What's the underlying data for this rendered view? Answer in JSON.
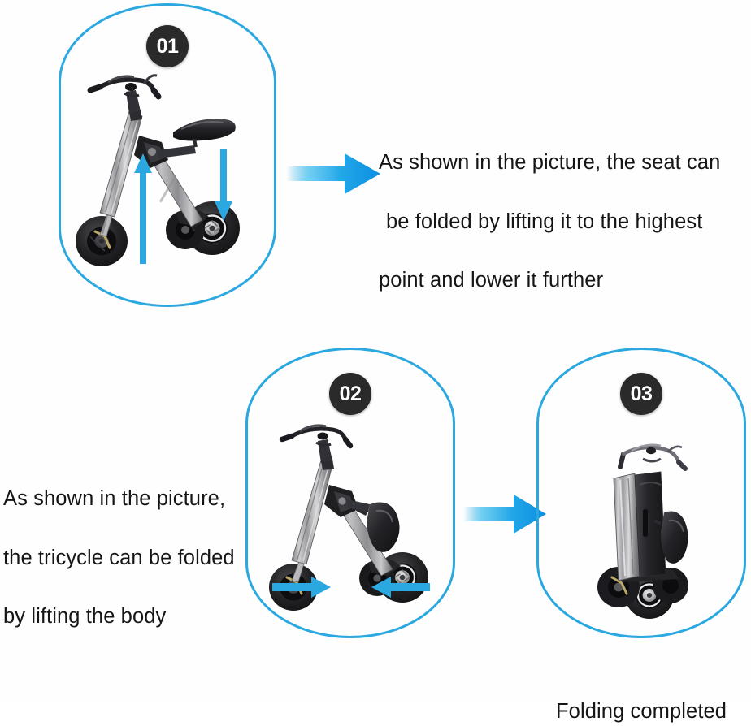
{
  "document": {
    "title": "Folding Tricycle — Folding Steps",
    "background_color": "#fefefe",
    "accent_color": "#2ba8e0",
    "badge_color": "#2a2a2a",
    "text_color": "#151515"
  },
  "steps": [
    {
      "id": "01",
      "badge_label": "01",
      "product_name": "electric-folding-tricycle-unfolded",
      "motion_arrows": [
        {
          "name": "lift-frame-arrow",
          "direction": "up"
        },
        {
          "name": "lower-seat-arrow",
          "direction": "down"
        }
      ]
    },
    {
      "id": "02",
      "badge_label": "02",
      "product_name": "electric-folding-tricycle-partially-folded",
      "motion_arrows": [
        {
          "name": "front-wheel-inward-arrow",
          "direction": "right"
        },
        {
          "name": "rear-wheel-inward-arrow",
          "direction": "left"
        }
      ]
    },
    {
      "id": "03",
      "badge_label": "03",
      "product_name": "electric-folding-tricycle-fully-folded",
      "motion_arrows": []
    }
  ],
  "transition_arrows": [
    {
      "name": "step-01-to-instruction-arrow",
      "direction": "right"
    },
    {
      "name": "step-02-to-step-03-arrow",
      "direction": "right"
    }
  ],
  "captions": {
    "seat_instruction_line1": "As shown in the picture,  the seat can",
    "seat_instruction_line2": "be folded by lifting it to the highest",
    "seat_instruction_line3": "point and lower it further",
    "body_instruction_line1": "As shown in the picture,",
    "body_instruction_line2": "the tricycle can be folded",
    "body_instruction_line3": "by lifting the body",
    "folding_completed": "Folding completed"
  }
}
